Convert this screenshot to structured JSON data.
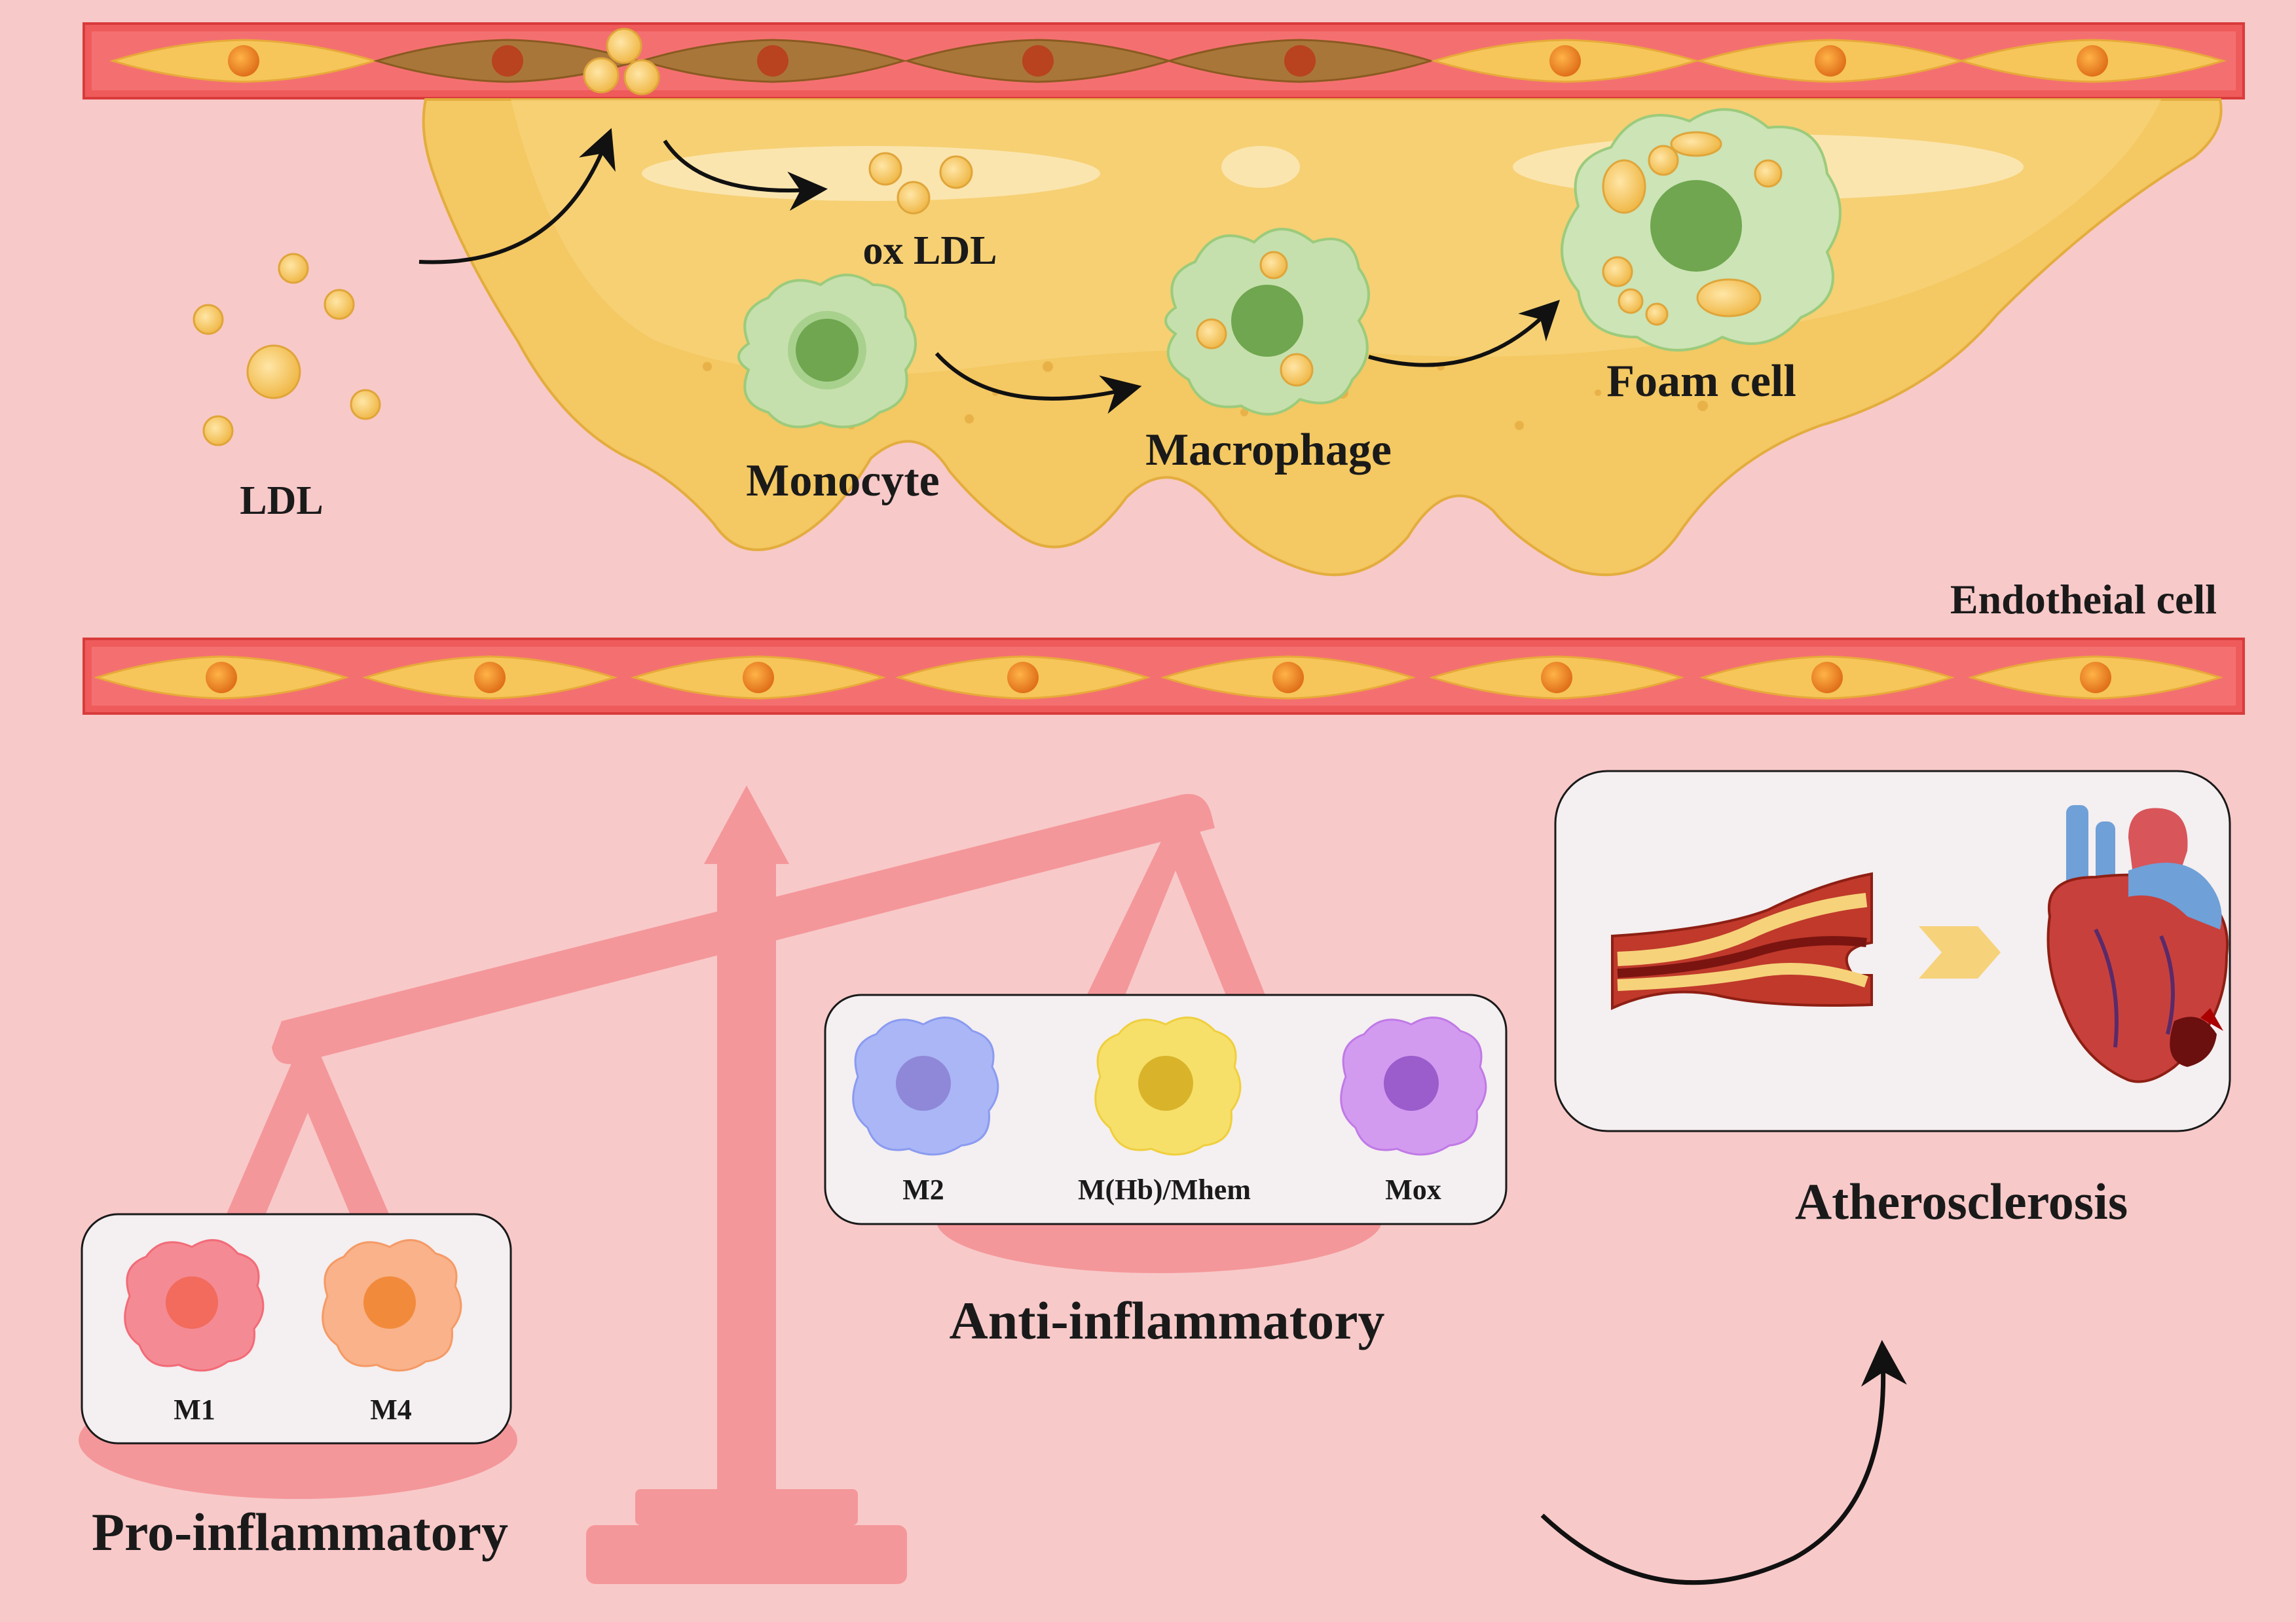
{
  "labels": {
    "ldl": "LDL",
    "ox_ldl": "ox LDL",
    "monocyte": "Monocyte",
    "macrophage": "Macrophage",
    "foam_cell": "Foam cell",
    "endothelial_cell": "Endotheial cell",
    "pro_inflammatory": "Pro-inflammatory",
    "anti_inflammatory": "Anti-inflammatory",
    "atherosclerosis": "Atherosclerosis"
  },
  "pro_inflammatory_cells": [
    "M1",
    "M4"
  ],
  "anti_inflammatory_cells": [
    "M2",
    "M(Hb)/Mhem",
    "Mox"
  ],
  "colors": {
    "background": "#f8c9c9",
    "vessel_wall": "#ef5a5a",
    "plaque": "#f4c862",
    "scale": "#f4979a",
    "m1": "#f07b86",
    "m4": "#f5a070",
    "m2": "#9aa8f4",
    "mhem": "#f2d54b",
    "mox": "#c07ae6",
    "monocyte": "#a9d18e"
  }
}
